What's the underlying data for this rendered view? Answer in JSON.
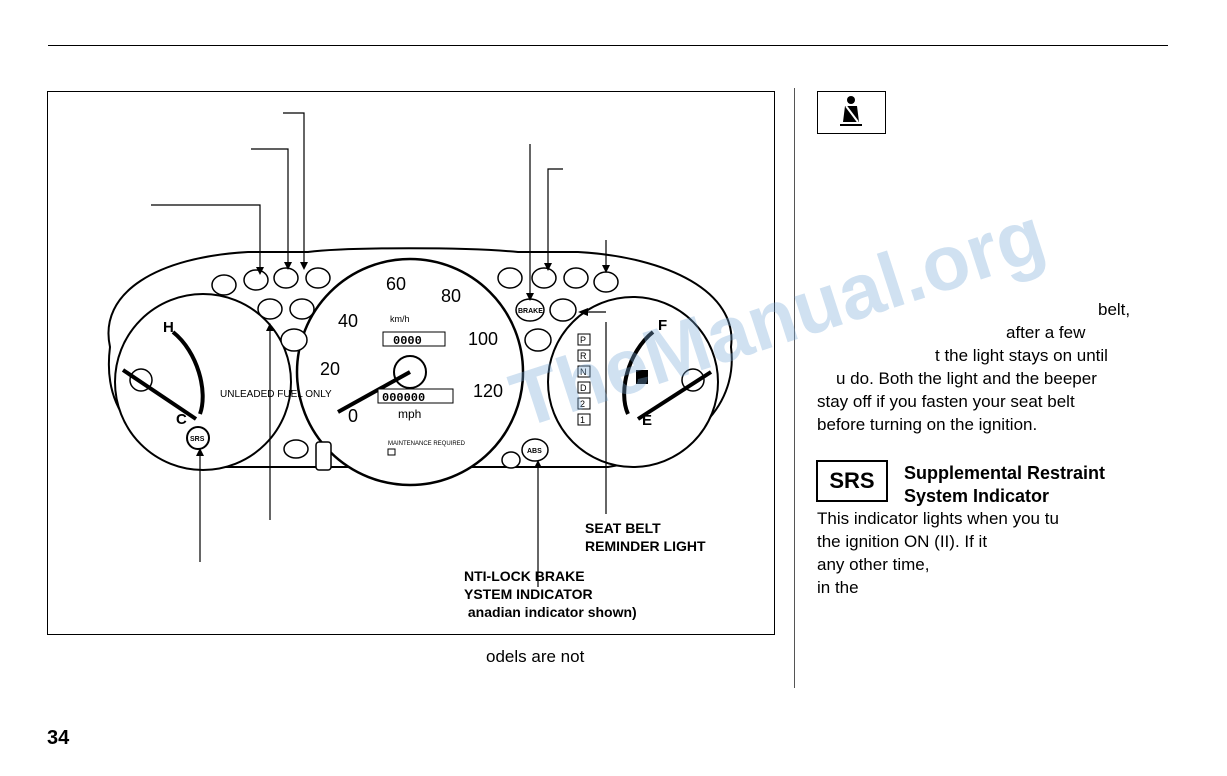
{
  "page": {
    "number": "34"
  },
  "figure": {
    "speedometer": {
      "mph_ticks": [
        "0",
        "20",
        "40",
        "60",
        "80",
        "100",
        "120"
      ],
      "unit": "mph",
      "odometer": "000000",
      "trip": "0000",
      "kmh_label": "km/h",
      "maintenance_label": "MAINTENANCE REQUIRED"
    },
    "temp_gauge": {
      "hot_label": "H",
      "cold_label": "C"
    },
    "fuel_gauge": {
      "full_label": "F",
      "empty_label": "E",
      "unleaded_label": "UNLEADED FUEL ONLY"
    },
    "gear_indicators": [
      "P",
      "R",
      "N",
      "D",
      "2",
      "1"
    ],
    "indicator_icons": {
      "brake": "BRAKE",
      "srs": "SRS",
      "abs": "ABS"
    },
    "callouts": {
      "seat_belt_line1": "SEAT BELT",
      "seat_belt_line2": "REMINDER LIGHT",
      "abs_line1": "NTI-LOCK BRAKE",
      "abs_line2": "YSTEM INDICATOR",
      "abs_line3": " anadian indicator shown)"
    },
    "caption": "odels are not"
  },
  "watermark": "TheManual.org",
  "right_column": {
    "seat_belt_text": [
      "belt,",
      "after a few",
      "t the light stays on until",
      "u do. Both the light and the beeper",
      "stay off if you fasten your seat belt",
      "before turning on the ignition."
    ],
    "srs_section": {
      "badge": "SRS",
      "heading_line1": "Supplemental Restraint",
      "heading_line2": "System Indicator",
      "body": [
        "This indicator lights when you tu",
        "the ignition ON (II). If it",
        "any other time,",
        "in the"
      ]
    }
  },
  "colors": {
    "ink": "#000000",
    "watermark": "#78aad7"
  }
}
